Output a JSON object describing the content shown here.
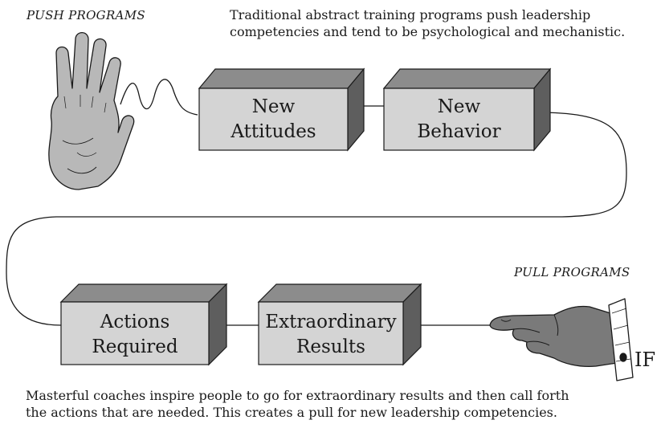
{
  "push": {
    "label": "PUSH PROGRAMS",
    "caption_line1": "Traditional abstract training programs push leadership",
    "caption_line2": "competencies and tend to be psychological and mechanistic."
  },
  "pull": {
    "label": "PULL PROGRAMS",
    "caption_line1": "Masterful coaches inspire people to go for extraordinary results and then call forth",
    "caption_line2": "the actions that are needed. This creates a pull for new leadership competencies."
  },
  "boxes": {
    "new_attitudes": {
      "line1": "New",
      "line2": "Attitudes"
    },
    "new_behavior": {
      "line1": "New",
      "line2": "Behavior"
    },
    "actions_required": {
      "line1": "Actions",
      "line2": "Required"
    },
    "extraordinary_results": {
      "line1": "Extraordinary",
      "line2": "Results"
    }
  },
  "cuff_label": "IF",
  "colors": {
    "box_front": "#d4d4d4",
    "box_top": "#8c8c8c",
    "box_side": "#5e5e5e",
    "line": "#1a1a1a"
  },
  "icons": {
    "push": "open-palm-hand-icon",
    "pull": "pointing-hand-icon"
  }
}
